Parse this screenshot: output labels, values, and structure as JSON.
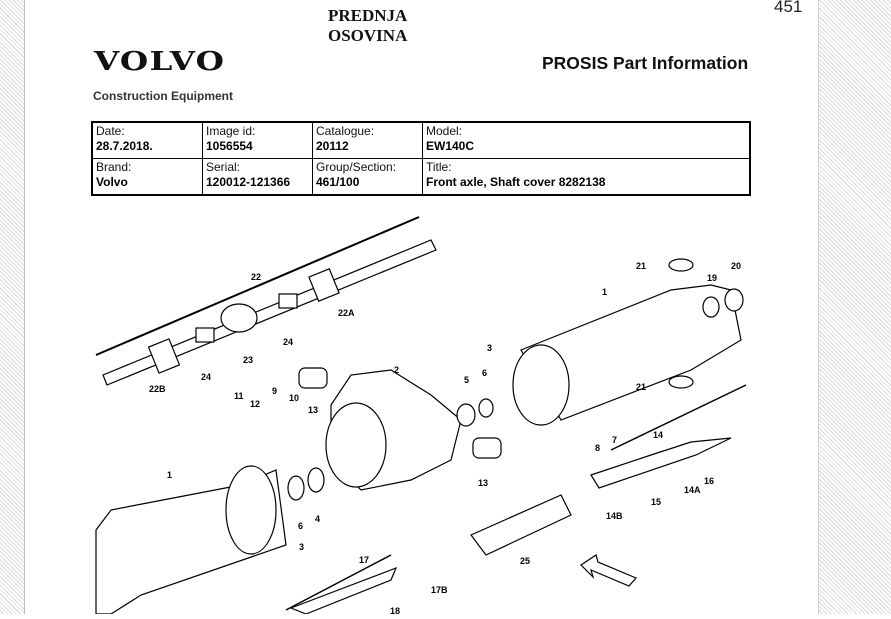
{
  "page_number": "451",
  "handwritten_note": [
    "PREDNJA",
    "OSOVINA"
  ],
  "logo": {
    "brand": "VOLVO",
    "subtitle": "Construction Equipment"
  },
  "header_title": "PROSIS Part Information",
  "info_table": [
    [
      {
        "label": "Date:",
        "value": "28.7.2018."
      },
      {
        "label": "Image id:",
        "value": "1056554"
      },
      {
        "label": "Catalogue:",
        "value": "20112"
      },
      {
        "label": "Model:",
        "value": "EW140C"
      }
    ],
    [
      {
        "label": "Brand:",
        "value": "Volvo"
      },
      {
        "label": "Serial:",
        "value": "120012-121366"
      },
      {
        "label": "Group/Section:",
        "value": "461/100"
      },
      {
        "label": "Title:",
        "value": "Front axle, Shaft cover 8282138"
      }
    ]
  ],
  "diagram_callouts": [
    "22",
    "22A",
    "22B",
    "23",
    "24",
    "24",
    "2",
    "13",
    "11",
    "12",
    "9",
    "10",
    "5",
    "6",
    "3",
    "1",
    "21",
    "19",
    "20",
    "21",
    "8",
    "7",
    "13",
    "14",
    "1",
    "6",
    "4",
    "3",
    "25",
    "15",
    "14A",
    "16",
    "14B",
    "17",
    "17B",
    "18"
  ]
}
